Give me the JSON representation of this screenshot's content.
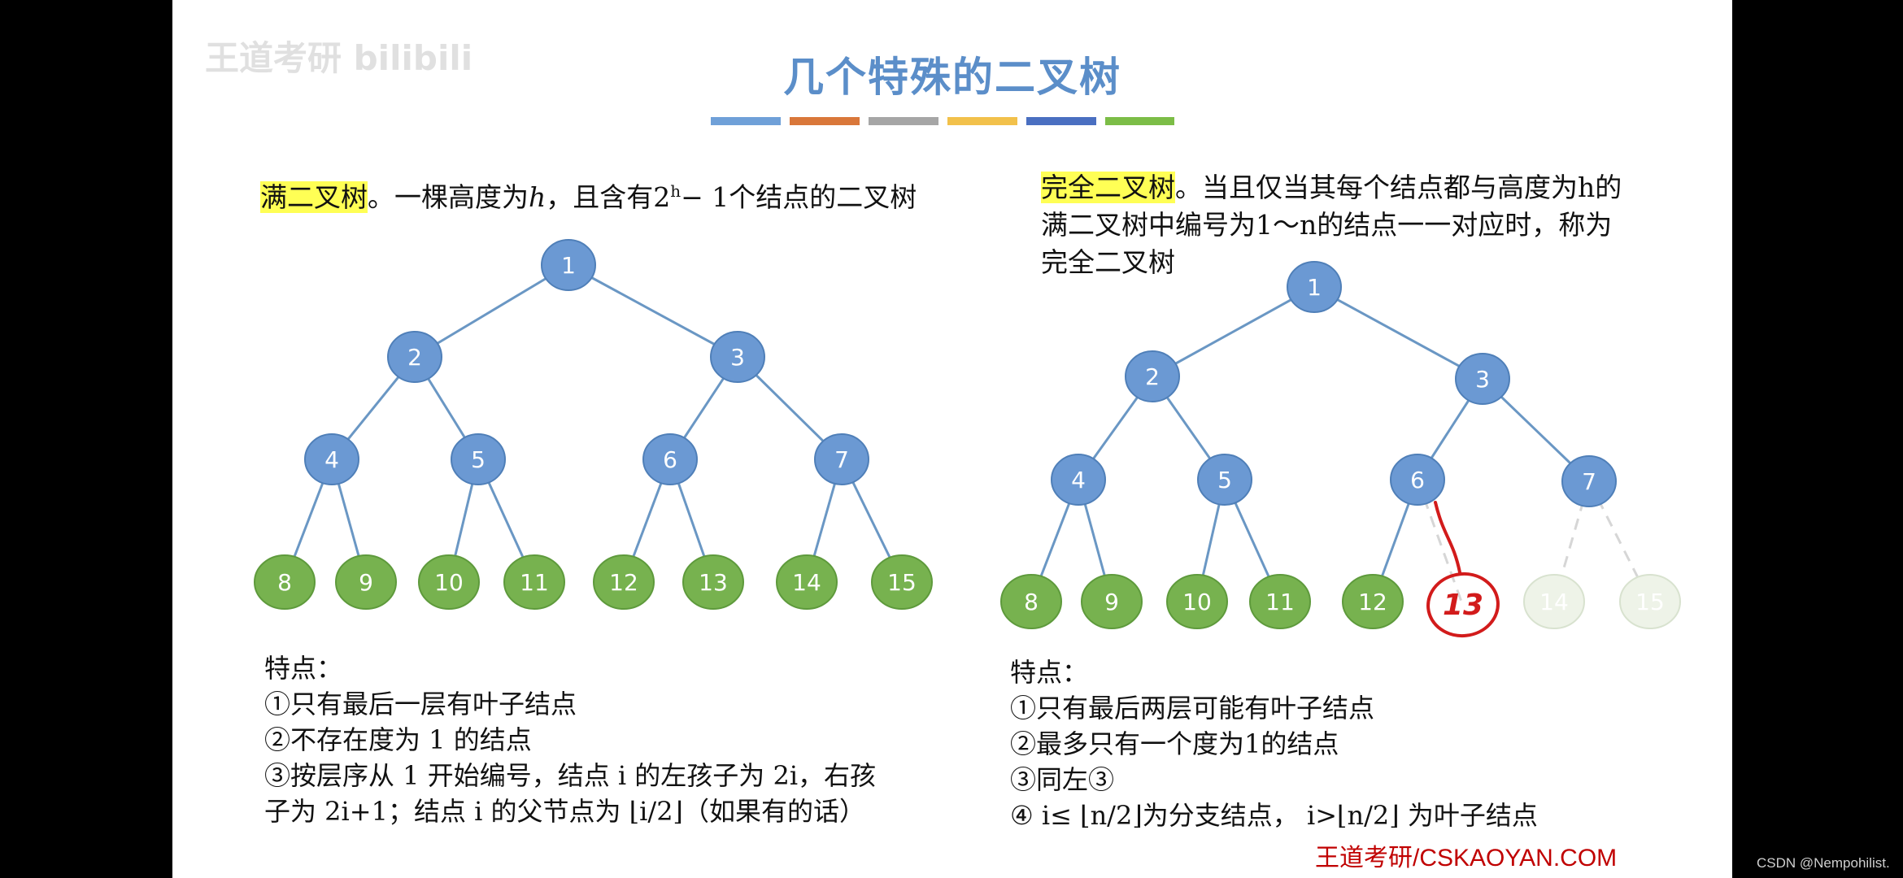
{
  "slide": {
    "title": "几个特殊的二叉树",
    "title_bar_colors": [
      "#6fa0d8",
      "#d9773a",
      "#a6a6a6",
      "#f2c14b",
      "#4a6fc1",
      "#7cbd47"
    ],
    "watermark": "王道考研 bilibili"
  },
  "full_tree": {
    "term": "满二叉树",
    "definition_pre": "。一棵高度为",
    "h": "h",
    "definition_mid": "，且含有2",
    "exponent": "h",
    "definition_post": "− 1个结点的二叉树",
    "nodes": [
      "1",
      "2",
      "3",
      "4",
      "5",
      "6",
      "7",
      "8",
      "9",
      "10",
      "11",
      "12",
      "13",
      "14",
      "15"
    ],
    "features": {
      "heading": "特点：",
      "item1": "①只有最后一层有叶子结点",
      "item2": "②不存在度为 1 的结点",
      "item3a": "③按层序从 1 开始编号，结点 i 的左孩子为 2i，右孩",
      "item3b": "子为 2i+1；结点 i 的父节点为 ⌊i/2⌋（如果有的话）"
    }
  },
  "complete_tree": {
    "term": "完全二叉树",
    "definition_line1": "。当且仅当其每个结点都与高度为h的",
    "definition_line2": "满二叉树中编号为1～n的结点一一对应时，称为",
    "definition_line3": "完全二叉树",
    "nodes": [
      "1",
      "2",
      "3",
      "4",
      "5",
      "6",
      "7",
      "8",
      "9",
      "10",
      "11",
      "12"
    ],
    "handwritten_node": "13",
    "ghost_nodes": [
      "14",
      "15"
    ],
    "features": {
      "heading": "特点：",
      "item1": "①只有最后两层可能有叶子结点",
      "item2": "②最多只有一个度为1的结点",
      "item3": "③同左③",
      "item4": "④ i≤ ⌊n/2⌋为分支结点，  i>⌊n/2⌋ 为叶子结点"
    }
  },
  "footer": {
    "brand": "王道考研/CSKAOYAN.COM",
    "csdn": "CSDN @Nempohilist."
  },
  "colors": {
    "internal_node": "#6b99d3",
    "leaf_node": "#77b24f",
    "edge": "#6a97c4",
    "highlight": "#ffff55",
    "handwriting": "#d21b1b"
  }
}
